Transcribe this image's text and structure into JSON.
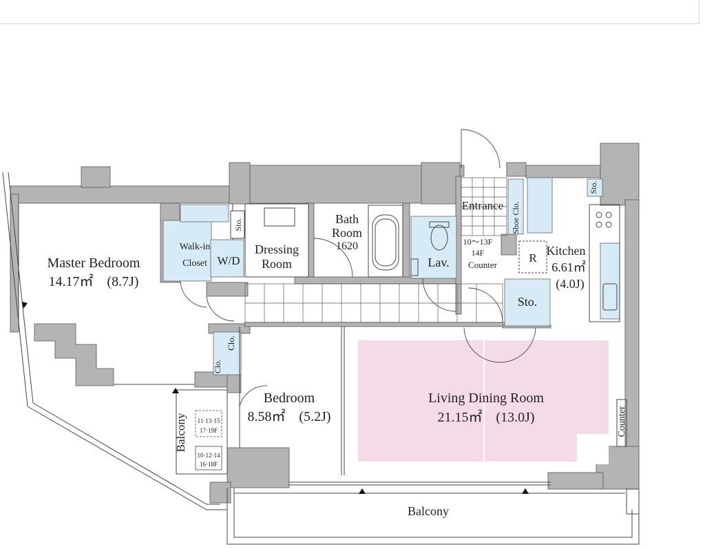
{
  "rooms": {
    "master_bedroom": {
      "name": "Master Bedroom",
      "area": "14.17㎡　(8.7J)"
    },
    "walk_in_closet": {
      "line1": "Walk-in",
      "line2": "Closet"
    },
    "wd": "W/D",
    "sto_small": "Sto.",
    "dressing_room": {
      "line1": "Dressing",
      "line2": "Room"
    },
    "bath_room": {
      "line1": "Bath",
      "line2": "Room",
      "size": "1620"
    },
    "lav": "Lav.",
    "entrance": "Entrance",
    "shoe_clo": "Shoe Clo.",
    "floors_a": "10〜13F",
    "floors_b": "14F",
    "counter": "Counter",
    "r": "R",
    "kitchen": {
      "name": "Kitchen",
      "area": "6.61㎡",
      "jo": "(4.0J)"
    },
    "sto_kitchen": "Sto.",
    "sto_top": "Sto.",
    "clo_a": "Clo.",
    "clo_b": "Clo.",
    "bedroom": {
      "name": "Bedroom",
      "area": "8.58㎡　(5.2J)"
    },
    "living": {
      "name": "Living Dining Room",
      "area": "21.15㎡　(13.0J)"
    },
    "counter_right": "Counter",
    "balcony_side": "Balcony",
    "floors_c": "11·13·15",
    "floors_d": "17·19F",
    "floors_e": "10·12·14",
    "floors_f": "16·18F",
    "balcony_bottom": "Balcony"
  },
  "colors": {
    "wall": "#b4b4b4",
    "wet": "#d6ebf5",
    "ldk": "#f5dbe7",
    "line": "#333333"
  }
}
